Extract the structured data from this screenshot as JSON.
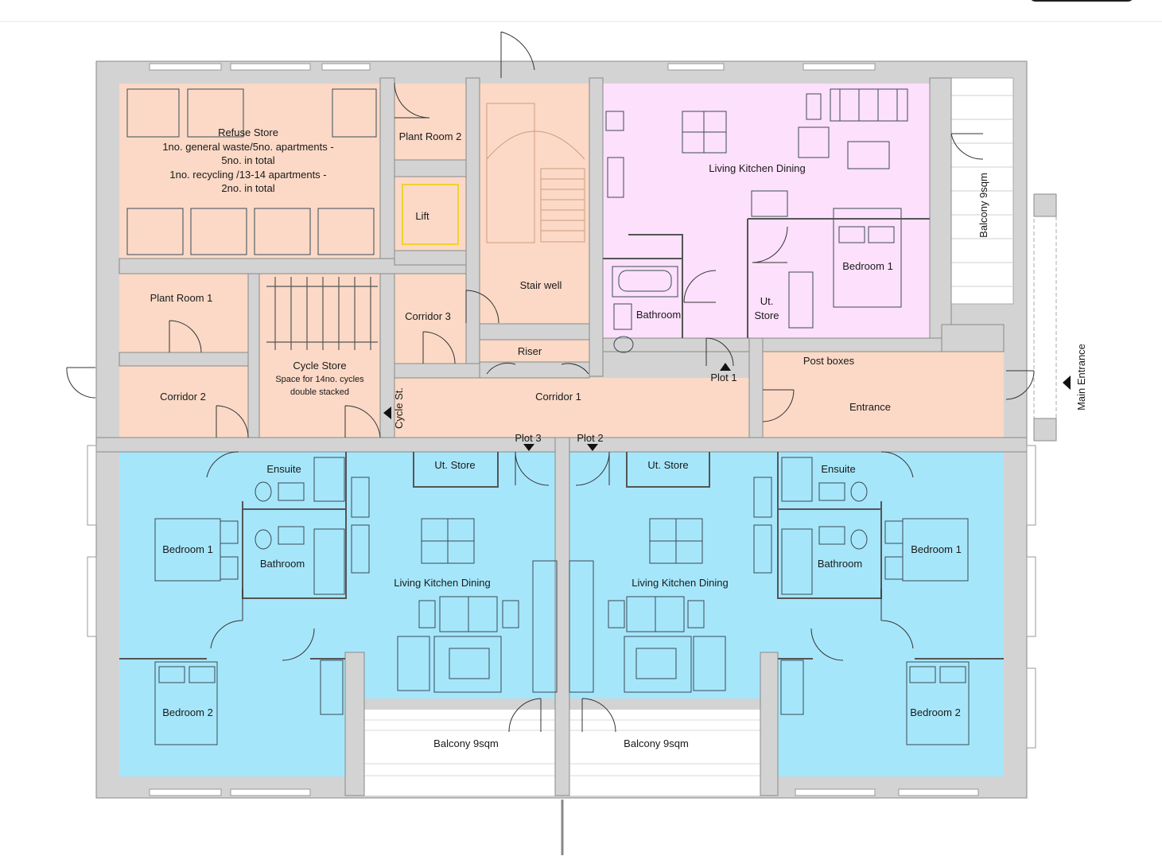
{
  "colors": {
    "common": "#fbd9c6",
    "plot1": "#fde0fb",
    "plot23": "#a6e6fb",
    "wall": "#d3d3d3",
    "wall_edge": "#8a8a8a",
    "balcony": "#ffffff"
  },
  "rooms": {
    "refuse_store": {
      "title": "Refuse Store",
      "line1": "1no. general waste/5no. apartments -",
      "line2": "5no. in total",
      "line3": "1no. recycling /13-14 apartments -",
      "line4": "2no. in total"
    },
    "plant_room_2": "Plant Room 2",
    "lift": "Lift",
    "stair_well": "Stair well",
    "plant_room_1": "Plant Room 1",
    "cycle_store": {
      "title": "Cycle Store",
      "line1": "Space for 14no. cycles",
      "line2": "double stacked"
    },
    "corridor_3": "Corridor 3",
    "riser": "Riser",
    "corridor_2": "Corridor 2",
    "corridor_1": "Corridor 1",
    "cycle_st": "Cycle St.",
    "post_boxes": "Post boxes",
    "entrance": "Entrance",
    "main_entrance": "Main Entrance",
    "plot1": {
      "tag": "Plot 1",
      "living": "Living Kitchen Dining",
      "bedroom1": "Bedroom 1",
      "bathroom": "Bathroom",
      "ut_store_1": "Ut.",
      "ut_store_2": "Store",
      "balcony": "Balcony 9sqm"
    },
    "plot3": {
      "tag": "Plot 3",
      "ensuite": "Ensuite",
      "ut_store": "Ut. Store",
      "bedroom1": "Bedroom 1",
      "bathroom": "Bathroom",
      "living": "Living Kitchen Dining",
      "bedroom2": "Bedroom 2",
      "balcony": "Balcony 9sqm"
    },
    "plot2": {
      "tag": "Plot 2",
      "ut_store": "Ut. Store",
      "ensuite": "Ensuite",
      "bedroom1": "Bedroom 1",
      "bathroom": "Bathroom",
      "living": "Living Kitchen Dining",
      "bedroom2": "Bedroom 2",
      "balcony": "Balcony 9sqm"
    }
  }
}
